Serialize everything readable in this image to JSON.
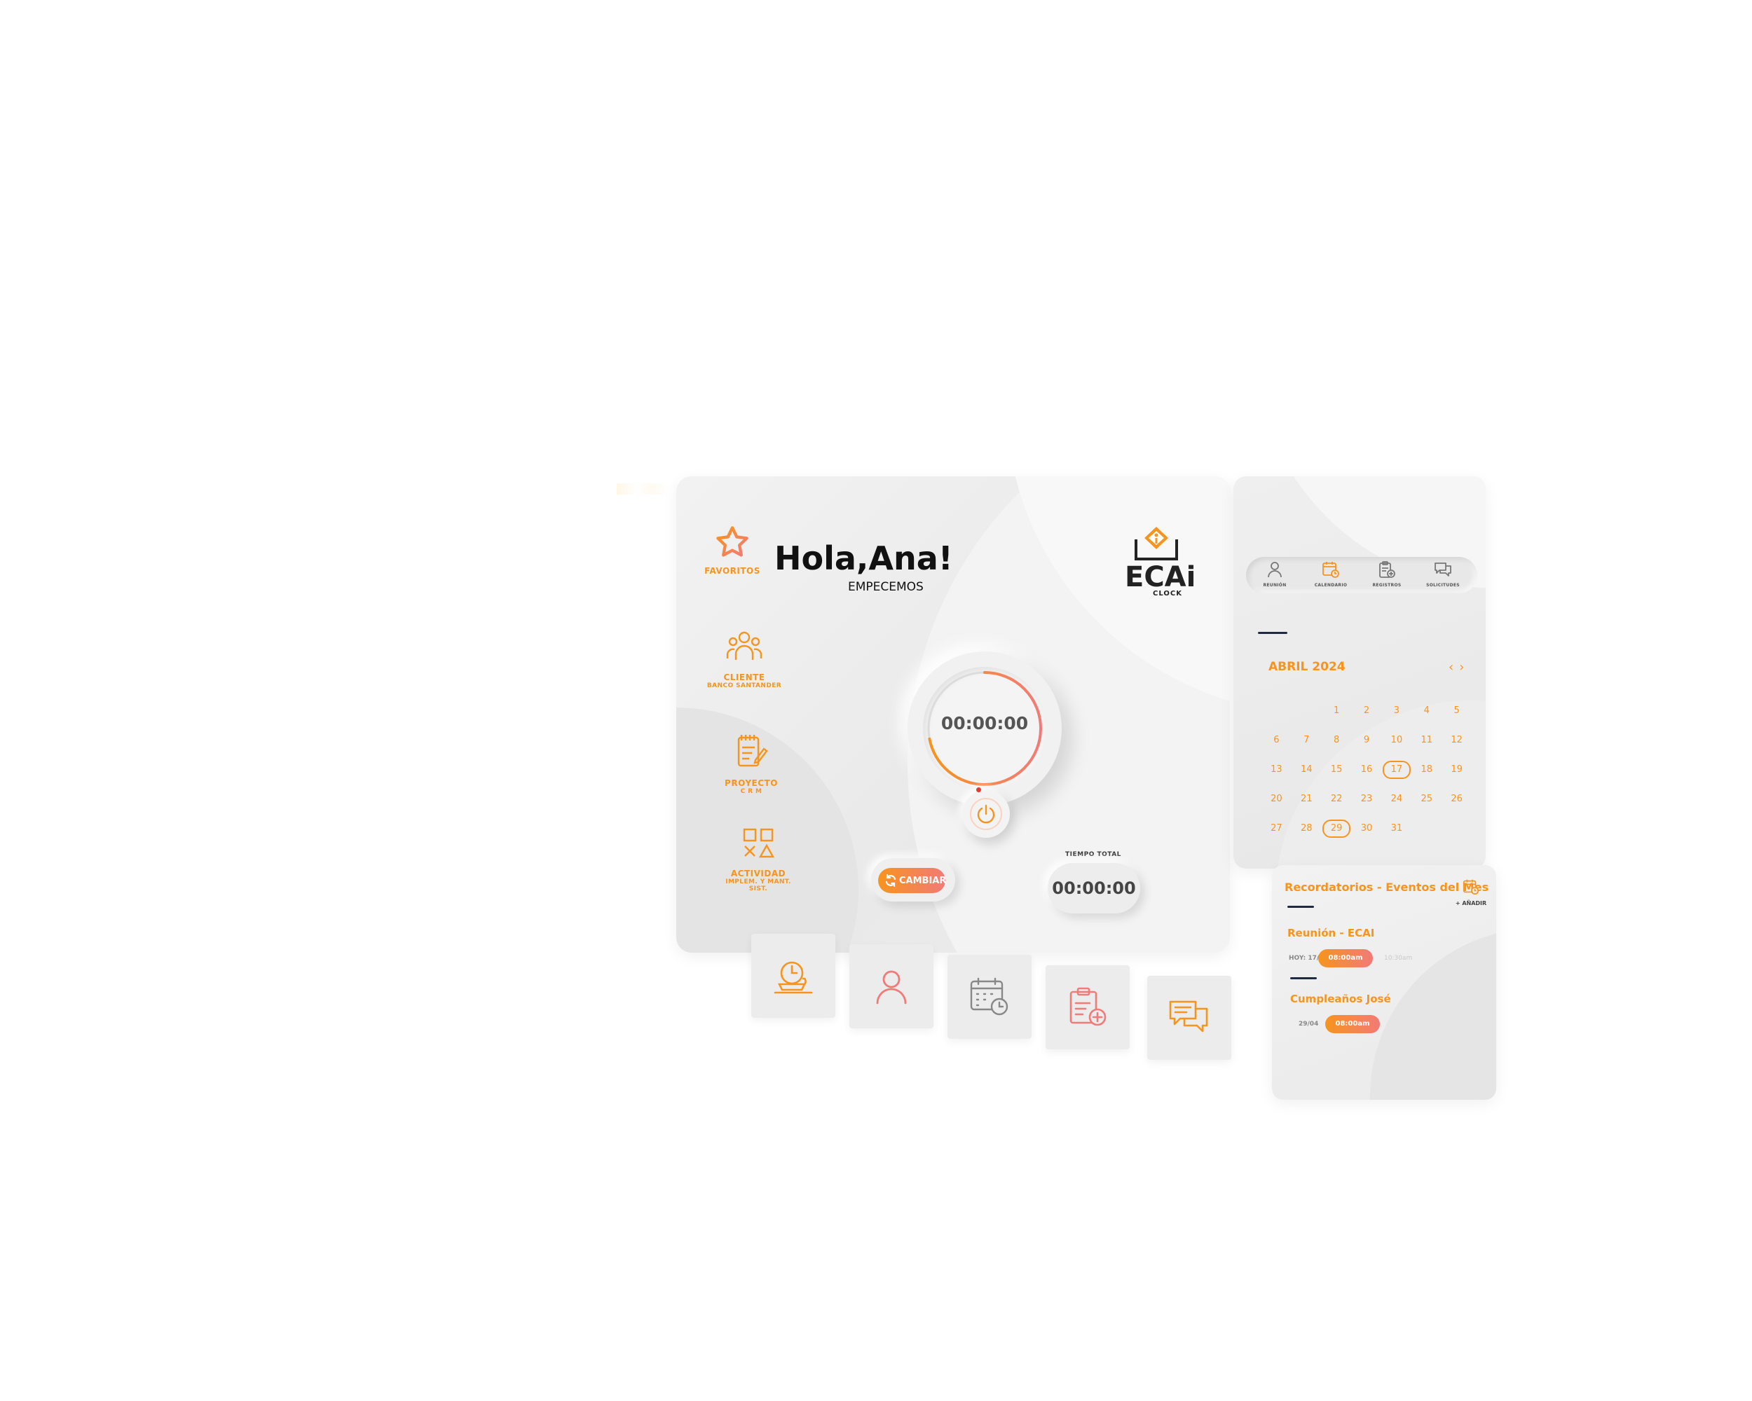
{
  "main": {
    "favorites_label": "FAVORITOS",
    "greeting": "Hola,Ana!",
    "greeting_sub": "EMPECEMOS",
    "logo_main": "ECAi",
    "logo_sub": "CLOCK",
    "side_items": [
      {
        "title": "CLIENTE",
        "sub": "BANCO SANTANDER"
      },
      {
        "title": "PROYECTO",
        "sub": "C R M"
      },
      {
        "title": "ACTIVIDAD",
        "sub": "IMPLEM. Y MANT. SIST."
      }
    ],
    "timer": "00:00:00",
    "timer_progress": 0.72,
    "change_button": "CAMBIAR",
    "total_label": "TIEMPO TOTAL",
    "total_time": "00:00:00"
  },
  "tiles": [
    {
      "icon": "coffee-icon"
    },
    {
      "icon": "user-icon"
    },
    {
      "icon": "calendar-clock-icon"
    },
    {
      "icon": "clipboard-add-icon"
    },
    {
      "icon": "chat-icon"
    }
  ],
  "nav": [
    {
      "label": "REUNIÓN",
      "icon": "user-icon"
    },
    {
      "label": "CALENDARIO",
      "icon": "calendar-clock-icon"
    },
    {
      "label": "REGISTROS",
      "icon": "clipboard-add-icon"
    },
    {
      "label": "SOLICITUDES",
      "icon": "chat-icon"
    }
  ],
  "calendar": {
    "month_label": "ABRIL 2024",
    "prev": "‹",
    "next": "›",
    "weeks": [
      [
        "",
        "",
        "1",
        "2",
        "3",
        "4",
        "5"
      ],
      [
        "6",
        "7",
        "8",
        "9",
        "10",
        "11",
        "12"
      ],
      [
        "13",
        "14",
        "15",
        "16",
        "17",
        "18",
        "19"
      ],
      [
        "20",
        "21",
        "22",
        "23",
        "24",
        "25",
        "26"
      ],
      [
        "27",
        "28",
        "29",
        "30",
        "31",
        "",
        ""
      ]
    ],
    "selected": [
      "17",
      "29"
    ]
  },
  "reminders": {
    "title": "Recordatorios - Eventos del Mes",
    "add_label": "+ AÑADIR",
    "events": [
      {
        "title": "Reunión - ECAI",
        "date": "HOY: 17/04",
        "start": "08:00am",
        "end": "10:30am"
      },
      {
        "title": "Cumpleaños José",
        "date": "29/04",
        "start": "08:00am",
        "end": ""
      }
    ]
  },
  "colors": {
    "accent": "#f7941d",
    "accent_pink": "#f27a78",
    "panel": "#ececec",
    "dark": "#1f2a44"
  }
}
